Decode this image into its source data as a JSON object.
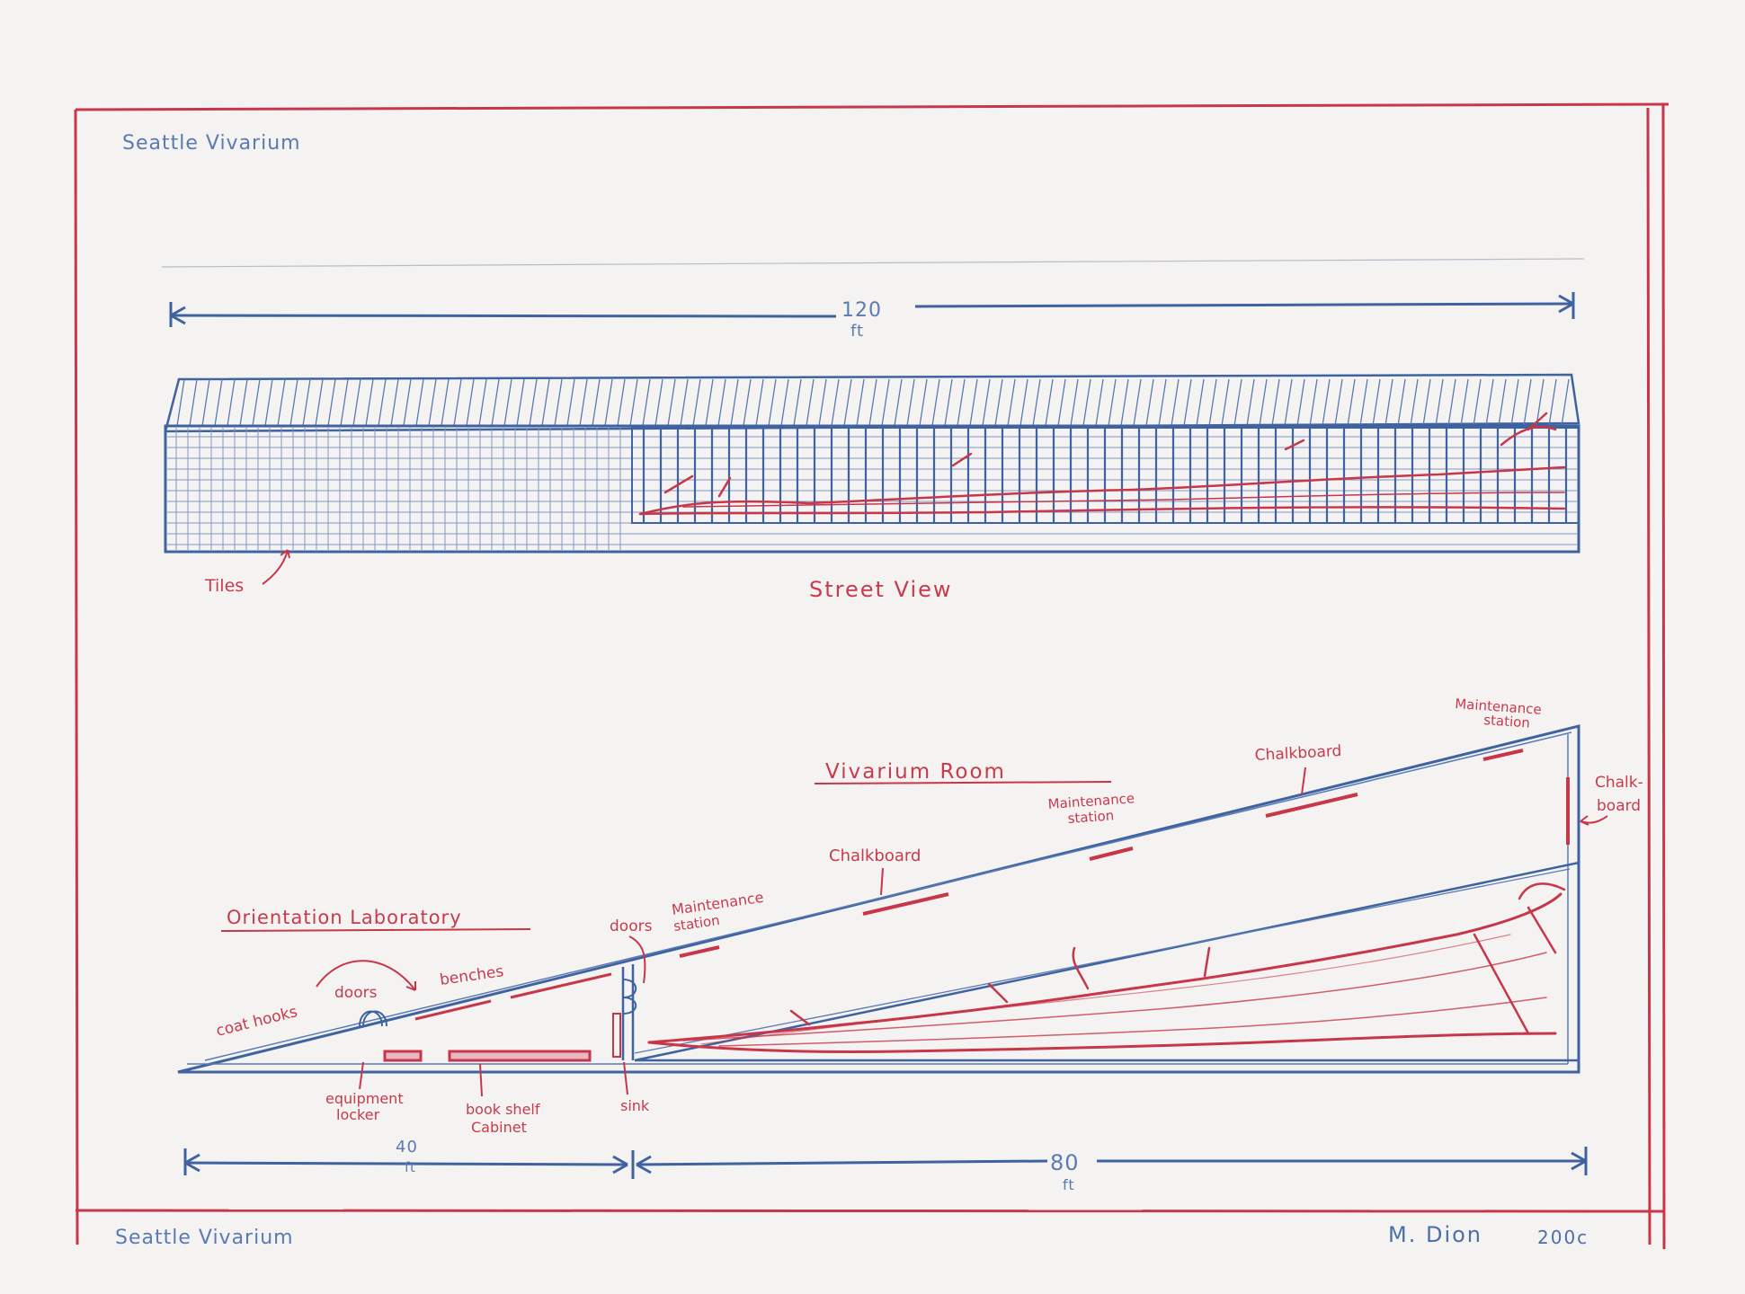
{
  "drawing": {
    "title_top": "Seattle Vivarium",
    "title_bottom": "Seattle Vivarium",
    "artist": "M. Dion",
    "year": "200c"
  },
  "street_view": {
    "heading": "Street View",
    "width_value": "120",
    "width_unit": "ft",
    "tiles_label": "Tiles"
  },
  "plan": {
    "vivarium_room_heading": "Vivarium Room",
    "orientation_lab_heading": "Orientation Laboratory",
    "labels": {
      "coat_hooks": "coat hooks",
      "doors_lab": "doors",
      "benches": "benches",
      "doors_room": "doors",
      "maintenance_1_line1": "Maintenance",
      "maintenance_1_line2": "station",
      "chalkboard_1": "Chalkboard",
      "maintenance_2_line1": "Maintenance",
      "maintenance_2_line2": "station",
      "chalkboard_2": "Chalkboard",
      "maintenance_3_line1": "Maintenance",
      "maintenance_3_line2": "station",
      "chalkboard_end_line1": "Chalk-",
      "chalkboard_end_line2": "board",
      "equipment_locker_line1": "equipment",
      "equipment_locker_line2": "locker",
      "book_shelf_line1": "book shelf",
      "book_shelf_line2": "Cabinet",
      "sink": "sink"
    },
    "dimension_left_value": "40",
    "dimension_left_unit": "ft",
    "dimension_right_value": "80",
    "dimension_right_unit": "ft"
  },
  "colors": {
    "paper": "#f4f3f1",
    "blue_pencil": "#4d6fa8",
    "red_pencil": "#c8364a"
  }
}
